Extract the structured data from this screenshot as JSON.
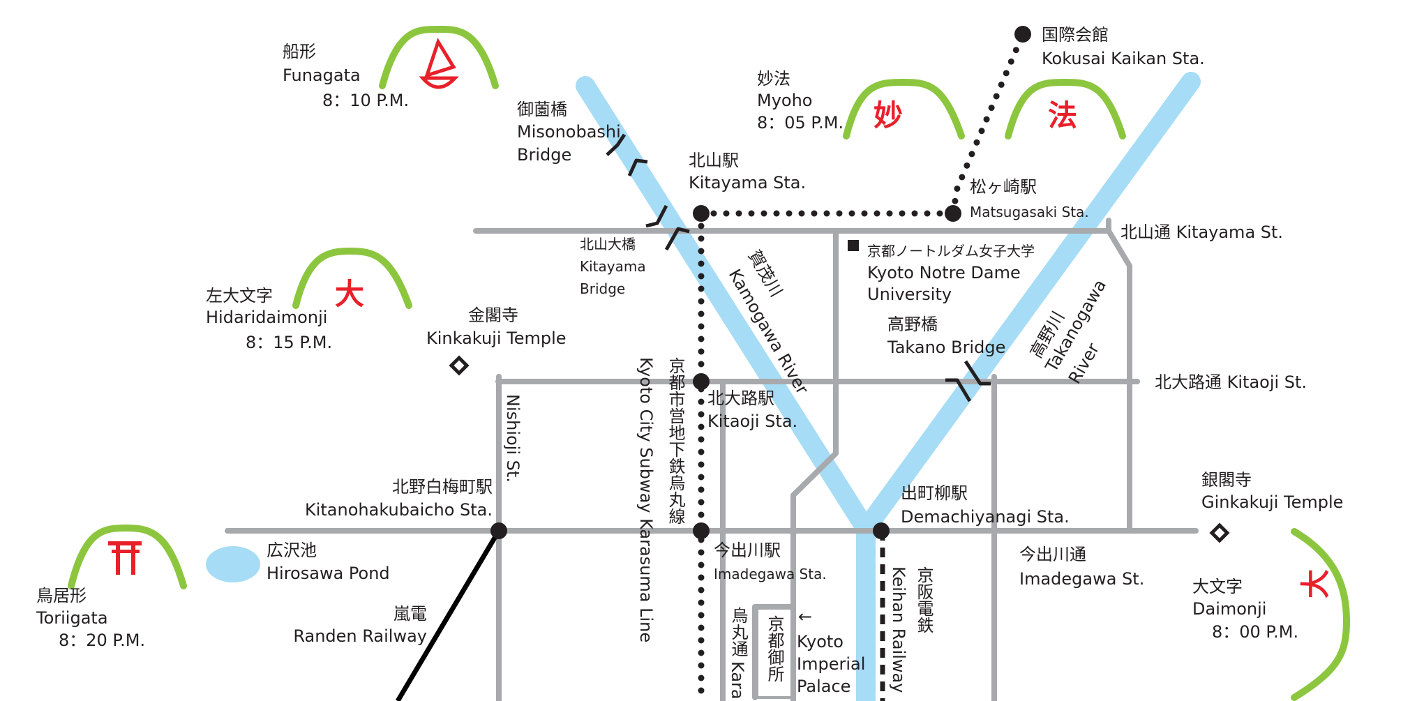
{
  "colors": {
    "river": "#a6dcf5",
    "road": "#a7a9ac",
    "mountain": "#8cc63f",
    "fire_character": "#e8202a",
    "rail": "#231f20"
  },
  "bonfires": {
    "funagata": {
      "ja": "船形",
      "en": "Funagata",
      "time": "8：10 P.M.",
      "symbol": "boat-icon"
    },
    "myoho": {
      "ja": "妙法",
      "en": "Myoho",
      "time": "8：05 P.M.",
      "char1": "妙",
      "char2": "法"
    },
    "hidaridaimonji": {
      "ja": "左大文字",
      "en": "Hidaridaimonji",
      "time": "8：15 P.M.",
      "char": "大"
    },
    "toriigata": {
      "ja": "鳥居形",
      "en": "Toriigata",
      "time": "8：20 P.M.",
      "symbol": "torii-icon"
    },
    "daimonji": {
      "ja": "大文字",
      "en": "Daimonji",
      "time": "8：00 P.M.",
      "char": "大"
    }
  },
  "stations": {
    "kokusai": {
      "ja": "国際会館",
      "en": "Kokusai Kaikan Sta."
    },
    "kitayama": {
      "ja": "北山駅",
      "en": "Kitayama Sta."
    },
    "matsugasaki": {
      "ja": "松ヶ崎駅",
      "en": "Matsugasaki Sta."
    },
    "kitaoji": {
      "ja": "北大路駅",
      "en": "Kitaoji Sta."
    },
    "imadegawa": {
      "ja": "今出川駅",
      "en": "Imadegawa Sta."
    },
    "kitanohakubaicho": {
      "ja": "北野白梅町駅",
      "en": "Kitanohakubaicho Sta."
    },
    "demachiyanagi": {
      "ja": "出町柳駅",
      "en": "Demachiyanagi Sta."
    }
  },
  "bridges": {
    "misonobashi": {
      "ja": "御薗橋",
      "en1": "Misonobashi",
      "en2": "Bridge"
    },
    "kitayama": {
      "ja": "北山大橋",
      "en1": "Kitayama",
      "en2": "Bridge"
    },
    "takano": {
      "ja": "高野橋",
      "en": "Takano Bridge"
    }
  },
  "streets": {
    "kitayama": "北山通 Kitayama St.",
    "kitaoji": "北大路通 Kitaoji St.",
    "imadegawa_ja": "今出川通",
    "imadegawa_en": "Imadegawa St.",
    "nishioji": "Nishioji St.",
    "karasuma_ja": "烏丸通",
    "karasuma_en": "Kara"
  },
  "rivers": {
    "kamogawa_ja": "賀茂川",
    "kamogawa_en": "Kamogawa River",
    "takanogawa_ja": "高野川",
    "takanogawa_en1": "Takanogawa",
    "takanogawa_en2": "River"
  },
  "railways": {
    "subway_ja": "京都市営地下鉄烏丸線",
    "subway_en": "Kyoto City Subway Karasuma Line",
    "keihan_ja": "京阪電鉄",
    "keihan_en": "Keihan Railway",
    "randen_ja": "嵐電",
    "randen_en": "Randen Railway"
  },
  "landmarks": {
    "kinkakuji": {
      "ja": "金閣寺",
      "en": "Kinkakuji Temple"
    },
    "ginkakuji": {
      "ja": "銀閣寺",
      "en": "Ginkakuji Temple"
    },
    "notre_dame": {
      "ja": "京都ノートルダム女子大学",
      "en1": "Kyoto Notre Dame",
      "en2": "University"
    },
    "hirosawa": {
      "ja": "広沢池",
      "en": "Hirosawa Pond"
    },
    "imperial_palace": {
      "ja": "京都御所",
      "arrow": "←",
      "en1": "Kyoto",
      "en2": "Imperial",
      "en3": "Palace"
    }
  }
}
